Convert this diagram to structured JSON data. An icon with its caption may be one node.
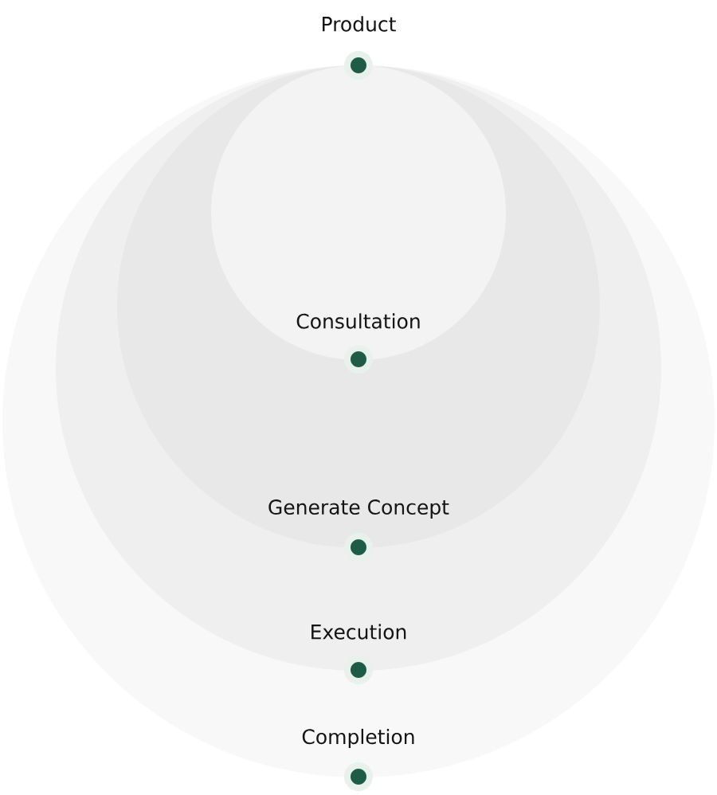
{
  "diagram": {
    "nodes": [
      {
        "text": [
          "Completion"
        ]
      },
      {
        "text": [
          "Execution"
        ],
        "in": 0
      },
      {
        "text": [
          "Generate Concept"
        ],
        "in": 1
      },
      {
        "text": [
          "Consultation"
        ],
        "in": 2
      }
    ],
    "labels": [
      "Product"
    ]
  }
}
